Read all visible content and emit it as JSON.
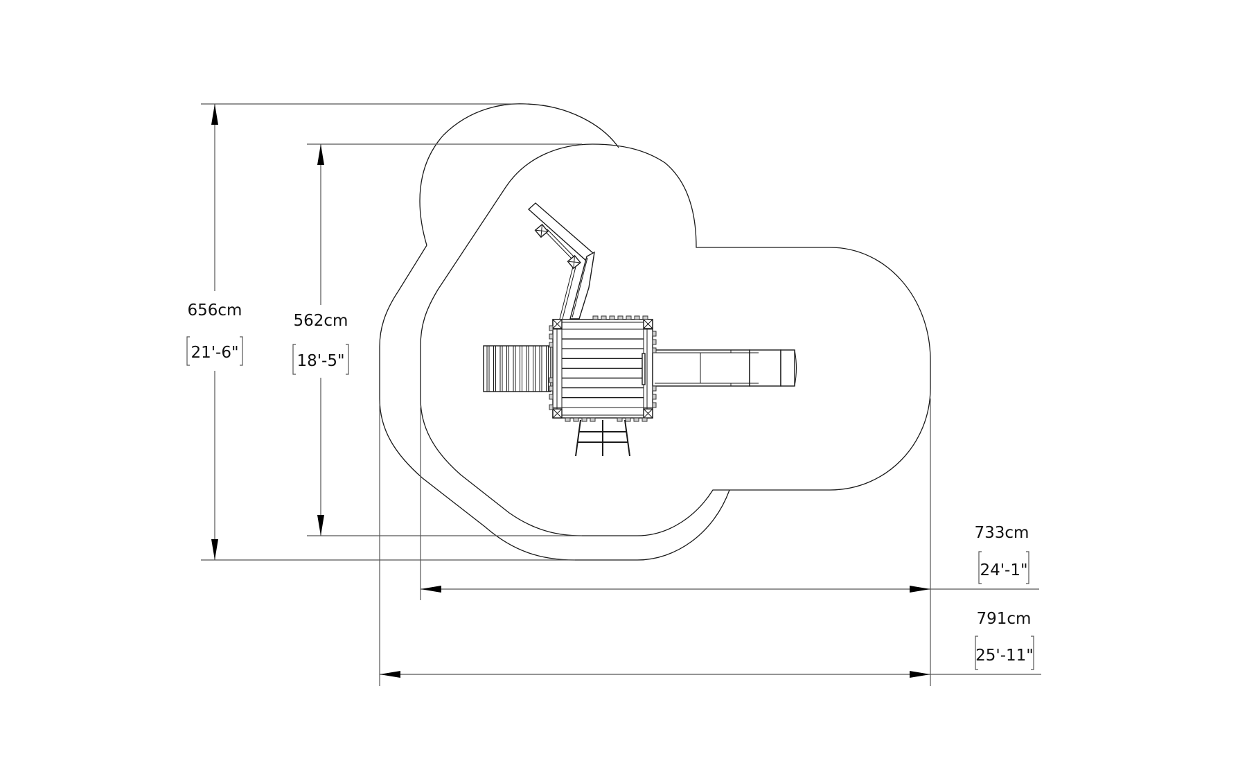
{
  "drawing": {
    "title": "Playset top-view footprint with safety zone dimensions",
    "dimensions": {
      "outer_height": {
        "metric": "656cm",
        "imperial": "21'-6\""
      },
      "inner_height": {
        "metric": "562cm",
        "imperial": "18'-5\""
      },
      "inner_width": {
        "metric": "733cm",
        "imperial": "24'-1\""
      },
      "outer_width": {
        "metric": "791cm",
        "imperial": "25'-11\""
      }
    },
    "colors": {
      "line": "#1a1a1a",
      "background": "#ffffff"
    }
  }
}
